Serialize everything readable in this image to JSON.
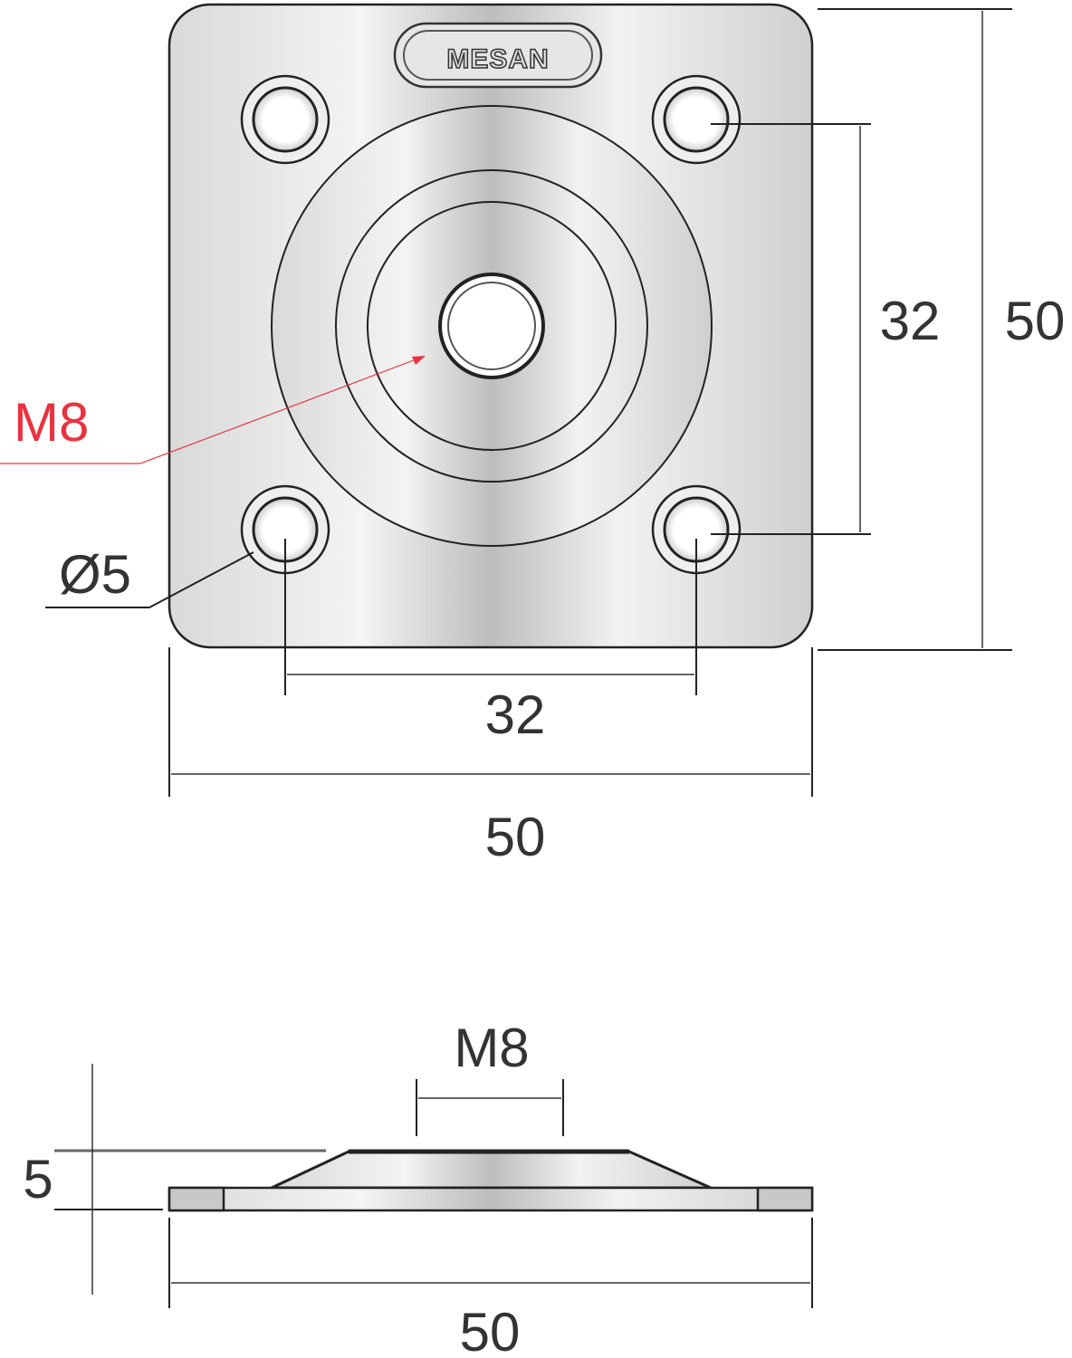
{
  "top_view": {
    "logo_text": "MESAN",
    "thread_label": "M8",
    "hole_diameter_label": "Ø5",
    "hole_spacing_horizontal": "32",
    "hole_spacing_vertical": "32",
    "overall_width": "50",
    "overall_height": "50"
  },
  "side_view": {
    "thread_label": "M8",
    "thickness": "5",
    "overall_width": "50"
  },
  "colors": {
    "annotation_red": "#e8333f",
    "text": "#333333"
  }
}
